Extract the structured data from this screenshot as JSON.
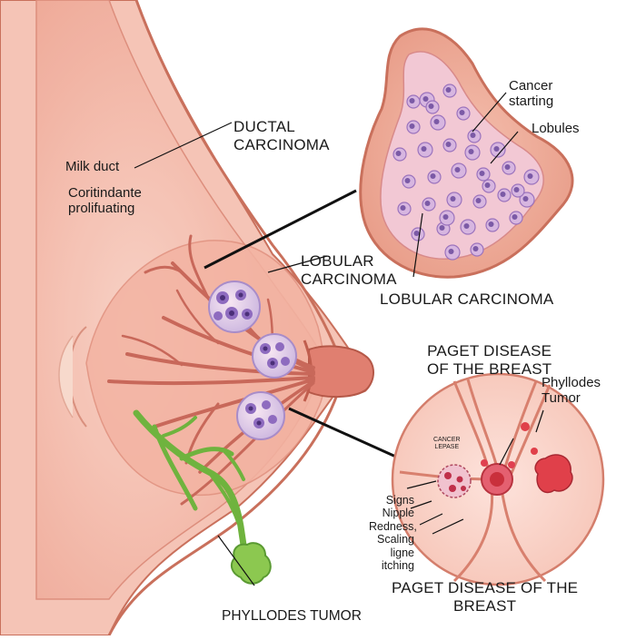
{
  "labels": {
    "ductal_carcinoma": "DUCTAL\nCARCINOMA",
    "milk_duct": "Milk duct",
    "coritindante": "Coritindante\nprolifuating",
    "lobular_carcinoma_main": "LOBULAR\nCARCINOMA",
    "cancer_starting": "Cancer\nstarting",
    "lobules": "Lobules",
    "lobular_carcinoma_inset": "LOBULAR CARCINOMA",
    "paget_title": "PAGET DISEASE\nOF THE BREAST",
    "phyllodes_inset": "Phyllodes\nTumor",
    "cancer_lepase": "CANCER\nLEPASE",
    "signs": "Signs\nNipple\nRedness,\nScaling\nligne\nitching",
    "paget_bottom": "PAGET DISEASE OF THE\nBREAST",
    "phyllodes_bottom": "PHYLLODES TUMOR"
  },
  "colors": {
    "skin": "#f3b6a6",
    "skin_dark": "#d97e6c",
    "tissue": "#f6c9bd",
    "duct": "#c8685a",
    "lobule": "#b7a3d9",
    "nucleus": "#7b5aa6",
    "phyllodes": "#8cc850",
    "phyllodes_dark": "#5a9a32",
    "tumor_red": "#e0404a",
    "line": "#111111"
  }
}
